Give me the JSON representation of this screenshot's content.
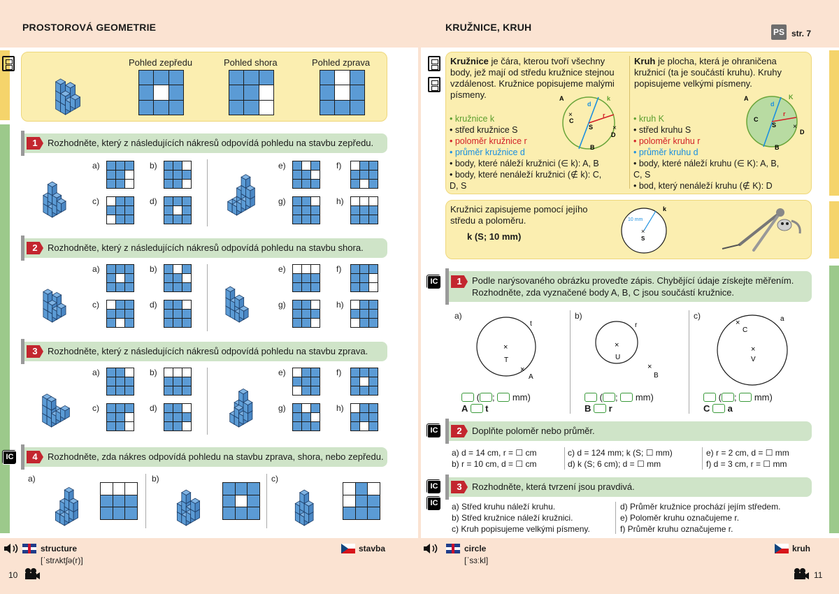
{
  "left": {
    "title": "PROSTOROVÁ GEOMETRIE",
    "views": [
      "Pohled zepředu",
      "Pohled shora",
      "Pohled zprava"
    ],
    "exercises": [
      {
        "num": "1",
        "text": "Rozhodněte, který z následujících nákresů odpovídá pohledu na stavbu zepředu."
      },
      {
        "num": "2",
        "text": "Rozhodněte, který z následujících nákresů odpovídá pohledu na stavbu shora."
      },
      {
        "num": "3",
        "text": "Rozhodněte, který z následujících nákresů odpovídá pohledu na stavbu zprava."
      },
      {
        "num": "4",
        "text": "Rozhodněte, zda nákres odpovídá pohledu na stavbu zprava, shora, nebo zepředu."
      }
    ],
    "options": [
      "a)",
      "b)",
      "c)",
      "d)",
      "e)",
      "f)",
      "g)",
      "h)"
    ],
    "footer": {
      "word": "structure",
      "phon": "[ˈstrʌktʃə(r)]",
      "cz": "stavba",
      "page": "10"
    }
  },
  "right": {
    "title": "KRUŽNICE, KRUH",
    "ps": "PS",
    "str": "str. 7",
    "kruznice": {
      "intro_b": "Kružnice",
      "intro": " je čára, kterou tvoří všechny body, jež mají od středu kružnice stejnou vzdálenost. Kružnice popisujeme malými písmeny.",
      "items": [
        "• kružnice k",
        "• střed kružnice S",
        "• poloměr kružnice r",
        "• průměr kružnice d",
        "• body, které náleží kružnici (∈ k): A, B",
        "• body, které nenáleží kružnici (∉ k): C,",
        "D, S"
      ]
    },
    "kruh": {
      "intro_b": "Kruh",
      "intro": " je plocha, která je ohraničena kružnicí (ta je součástí kruhu). Kruhy popisujeme velkými písmeny.",
      "items": [
        "• kruh K",
        "• střed kruhu S",
        "• poloměr kruhu r",
        "• průměr kruhu d",
        "• body, které náleží kruhu (∈ K): A, B,",
        "C, S",
        "• bod, který nenáleží kruhu (∉ K): D"
      ]
    },
    "zapis": {
      "line1": "Kružnici zapisujeme pomocí jejího",
      "line2": "středu a poloměru.",
      "example": "k (S; 10 mm)",
      "fig_r": "10 mm",
      "fig_k": "k",
      "fig_s": "S"
    },
    "ex1": {
      "num": "1",
      "line1": "Podle narýsovaného obrázku proveďte zápis. Chybějící údaje získejte měřením.",
      "line2": "Rozhodněte, zda vyznačené body A, B, C jsou součástí kružnice."
    },
    "ex1_parts": [
      {
        "label": "a)",
        "circle": "t",
        "center": "T",
        "point": "A",
        "mm": "mm",
        "ans": "A",
        "circ2": "t"
      },
      {
        "label": "b)",
        "circle": "r",
        "center": "U",
        "point": "B",
        "mm": "mm",
        "ans": "B",
        "circ2": "r"
      },
      {
        "label": "c)",
        "circle": "a",
        "center": "V",
        "point": "C",
        "mm": "mm",
        "ans": "C",
        "circ2": "a"
      }
    ],
    "ex2": {
      "num": "2",
      "text": "Doplňte poloměr nebo průměr."
    },
    "ex2_items": [
      "a) d = 14 cm, r = ☐ cm",
      "b) r = 10 cm, d = ☐ cm",
      "c) d = 124 mm; k (S; ☐ mm)",
      "d) k (S; 6 cm); d = ☐ mm",
      "e) r = 2 cm, d = ☐ mm",
      "f) d = 3 cm, r = ☐ mm"
    ],
    "ex3": {
      "num": "3",
      "text": "Rozhodněte, která tvrzení jsou pravdivá."
    },
    "ex3_items": [
      "a) Střed kruhu náleží kruhu.",
      "b) Střed kružnice náleží kružnici.",
      "c) Kruh popisujeme velkými písmeny.",
      "d) Průměr kružnice prochází jejím středem.",
      "e) Poloměr kruhu označujeme r.",
      "f) Průměr kruhu označujeme r."
    ],
    "footer": {
      "word": "circle",
      "phon": "[ˈsɜːkl]",
      "cz": "kruh",
      "page": "11"
    }
  },
  "colors": {
    "cube": "#5b9bd5",
    "panel": "#fbeeb0",
    "bar": "#cfe4c8",
    "red": "#c3262f",
    "side_yellow": "#f5d46b",
    "side_green": "#9cc98b"
  }
}
